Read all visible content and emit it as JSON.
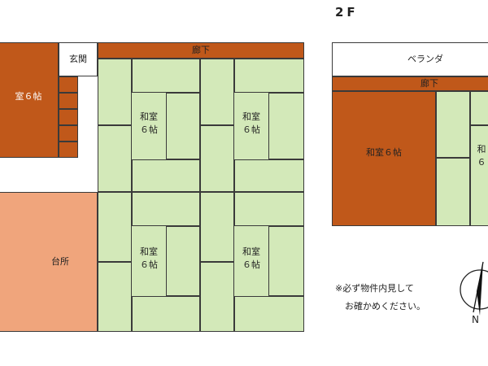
{
  "floor2_heading": "2F",
  "floor1": {
    "rooms": {
      "washitsu_left": "室６帖",
      "genkan": "玄関",
      "corridor": "廊下",
      "kitchen": "台所",
      "tatami_top_left": "和室\n６帖",
      "tatami_top_right": "和室\n６帖",
      "tatami_bottom_left": "和室\n６帖",
      "tatami_bottom_right": "和室\n６帖"
    }
  },
  "floor2": {
    "rooms": {
      "veranda": "ベランダ",
      "corridor": "廊下",
      "washitsu_wood": "和室６帖",
      "washitsu_tatami": "和\n６"
    }
  },
  "notes": {
    "line1": "※必ず物件内見して",
    "line2": "お確かめください。"
  },
  "compass": {
    "north_label": "N"
  },
  "colors": {
    "wood": "#c0581a",
    "tatami": "#d3e9b9",
    "kitchen": "#f0a57c",
    "line": "#3a3a3a"
  }
}
